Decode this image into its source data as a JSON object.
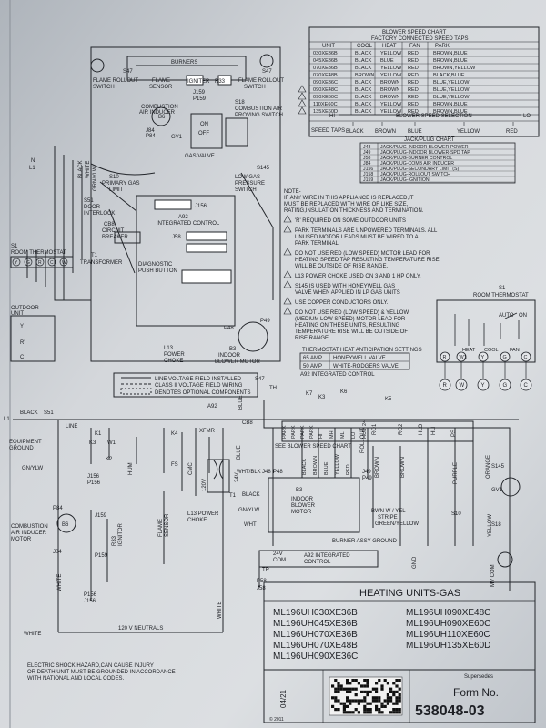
{
  "blower_chart": {
    "title": "BLOWER SPEED CHART",
    "subtitle": "FACTORY CONNECTED SPEED TAPS",
    "headers": [
      "UNIT",
      "COOL",
      "HEAT",
      "FAN",
      "PARK"
    ],
    "rows": [
      [
        "030XE36B",
        "BLACK",
        "YELLOW",
        "RED",
        "BROWN,BLUE"
      ],
      [
        "045XE36B",
        "BLACK",
        "BLUE",
        "RED",
        "BROWN,BLUE"
      ],
      [
        "070XE36B",
        "BLACK",
        "YELLOW",
        "RED",
        "BROWN,YELLOW"
      ],
      [
        "070XE48B",
        "BROWN",
        "YELLOW",
        "RED",
        "BLACK,BLUE"
      ],
      [
        "090XE36C",
        "BLACK",
        "BROWN",
        "RED",
        "BLUE,YELLOW"
      ],
      [
        "090XE48C",
        "BLACK",
        "BROWN",
        "RED",
        "BLUE,YELLOW"
      ],
      [
        "090XE60C",
        "BLACK",
        "BROWN",
        "RED",
        "BLUE,YELLOW"
      ],
      [
        "110XE60C",
        "BLACK",
        "YELLOW",
        "RED",
        "BROWN,BLUE"
      ],
      [
        "135XE60D",
        "BLACK",
        "YELLOW",
        "RED",
        "BROWN,BLUE"
      ]
    ],
    "selection_label": "BLOWER SPEED SELECTION",
    "hi": "HI",
    "lo": "LO",
    "taps_label": "SPEED TAPS",
    "taps": [
      "BLACK",
      "BROWN",
      "BLUE",
      "YELLOW",
      "RED"
    ]
  },
  "jackplug_chart": {
    "title": "JACK/PLUG CHART",
    "rows": [
      [
        "J48",
        "JACK/PLUG-INDOOR BLOWER-POWER"
      ],
      [
        "J49",
        "JACK/PLUG-INDOOR BLOWER-SPD TAP"
      ],
      [
        "J58",
        "JACK/PLUG-BURNER CONTROL"
      ],
      [
        "J84",
        "JACK/PLUG-COMB AIR INDUCER"
      ],
      [
        "J156",
        "JACK/PLUG-SECONDARY LIMIT (S)"
      ],
      [
        "J158",
        "JACK/PLUG-ROLLOUT SWITCH"
      ],
      [
        "J159",
        "JACK/PLUG-IGNITION"
      ]
    ]
  },
  "notes": {
    "heading": "NOTE-",
    "lines": [
      "IF ANY WIRE IN THIS APPLIANCE IS REPLACED,IT",
      "MUST BE REPLACED WITH WIRE OF LIKE SIZE,",
      "RATING,INSULATION THICKNESS AND TERMINATION."
    ],
    "items": [
      [
        "'R' REQUIRED ON SOME OUTDOOR UNITS"
      ],
      [
        "PARK TERMINALS ARE UNPOWERED TERMINALS. ALL",
        "UNUSED MOTOR LEADS MUST BE WIRED TO A",
        "PARK TERMINAL."
      ],
      [
        "DO NOT USE RED (LOW SPEED) MOTOR LEAD FOR",
        "HEATING SPEED TAP RESULTING TEMPERATURE RISE",
        "WILL BE OUTSIDE OF RISE RANGE."
      ],
      [
        "L13 POWER CHOKE USED ON 3 AND 1 HP ONLY."
      ],
      [
        "S145 IS USED WITH HONEYWELL GAS",
        "VALVE WHEN APPLIED IN LP GAS UNITS"
      ],
      [
        "USE COPPER CONDUCTORS ONLY."
      ],
      [
        "DO NOT USE RED (LOW SPEED) & YELLOW",
        "(MEDIUM LOW SPEED) MOTOR LEAD FOR",
        "HEATING ON THESE UNITS, RESULTING",
        "TEMPERATURE RISE WILL BE OUTSIDE OF",
        "RISE RANGE."
      ]
    ]
  },
  "anticipation": {
    "title": "THERMOSTAT HEAT ANTICIPATION SETTINGS",
    "rows": [
      [
        "65 AMP",
        "HONEYWELL VALVE"
      ],
      [
        "50 AMP",
        "WHITE-RODGERS VALVE"
      ]
    ],
    "footer": "A92  INTEGRATED CONTROL"
  },
  "room_thermostat_right": {
    "label_s1": "S1",
    "label": "ROOM THERMOSTAT",
    "auto": "AUTO",
    "on": "ON",
    "heat": "HEAT",
    "cool": "COOL",
    "fan": "FAN",
    "terminals": [
      "R",
      "W1",
      "Y",
      "G",
      "C"
    ]
  },
  "component_labels": {
    "burners": "BURNERS",
    "s47_top": "S47",
    "s47_right": "S47",
    "flame_rollout_left": [
      "FLAME ROLLOUT",
      "SWITCH"
    ],
    "flame_sensor": [
      "FLAME",
      "SENSOR"
    ],
    "igniter": "IGNITER",
    "r33": "R33",
    "flame_rollout_right": [
      "FLAME ROLLOUT",
      "SWITCH"
    ],
    "j159_p159": [
      "J159",
      "P159"
    ],
    "inducer_top": [
      "COMBUSTION",
      "AIR INDUCER"
    ],
    "b6": "B6",
    "j84_p84": [
      "J84",
      "P84"
    ],
    "gv1": "GV1",
    "on": "ON",
    "off": "OFF",
    "gas_valve": "GAS VALVE",
    "s18": [
      "S18",
      "COMBUSTION AIR",
      "PROVING SWITCH"
    ],
    "s10": [
      "S10",
      "PRIMARY GAS",
      "LIMIT"
    ],
    "s145": "S145",
    "low_gas": [
      "LOW GAS",
      "PRESSURE",
      "SWITCH"
    ],
    "n": "N",
    "l1": "L1",
    "wire_colors": [
      "BLACK",
      "WHITE",
      "GRN/YLW"
    ],
    "s51": [
      "S51",
      "DOOR",
      "INTERLOCK"
    ],
    "cb8": [
      "CB8",
      "CIRCUIT",
      "BREAKER"
    ],
    "j156": "J156",
    "a92": "A92",
    "integrated_control": "INTEGRATED CONTROL",
    "j58": "J58",
    "t1": "T1",
    "transformer": "TRANSFORMER",
    "diag": [
      "DIAGNOSTIC",
      "PUSH BUTTON"
    ],
    "s1_left": "S1",
    "room_thermostat": "ROOM THERMOSTAT",
    "tstat_terms": [
      "Y",
      "G",
      "R",
      "C",
      "W"
    ],
    "outdoor_unit": [
      "OUTDOOR",
      "UNIT"
    ],
    "outdoor_terms": [
      "Y",
      "R'",
      "C"
    ],
    "p48": "P48",
    "p49": "P49",
    "b3_top": "B3",
    "indoor_blower_motor": [
      "INDOOR",
      "BLOWER MOTOR"
    ],
    "l13": [
      "L13",
      "POWER",
      "CHOKE"
    ],
    "legend": [
      "LINE VOLTAGE FIELD INSTALLED",
      "CLASS II VOLTAGE FIELD WIRING",
      "DENOTES OPTIONAL COMPONENTS"
    ]
  },
  "schematic": {
    "l1": "L1",
    "black": "BLACK",
    "s51": "S51",
    "line": "LINE",
    "equip_ground": [
      "EQUIPMENT",
      "GROUND"
    ],
    "gnylw": "GN/YLW",
    "k1": "K1",
    "k2": "K2",
    "k3": "K3",
    "k4": "K4",
    "k5": "K5",
    "k6": "K6",
    "k7": "K7",
    "a92": "A92",
    "xfmr": "XFMR",
    "cb8": "CB8",
    "s47": "S47",
    "th": "TH",
    "hum": "HUM",
    "fs": "FS",
    "cmc": "CMC",
    "w1": "W1",
    "k3_lbl": "K3",
    "j156_p156": [
      "J156",
      "P156"
    ],
    "p84": "P84",
    "j84": "J84",
    "b6": "B6",
    "inducer": [
      "COMBUSTION",
      "AIR INDUCER",
      "MOTOR"
    ],
    "j159": "J159",
    "p159": "P159",
    "r33": "R33",
    "igniter": "IGNITOR",
    "flame_sensor": [
      "FLAME",
      "SENSOR"
    ],
    "v120": "120V",
    "v24": "24V",
    "t1": "T1",
    "l13": [
      "L13 POWER",
      "CHOKE"
    ],
    "see_chart": "SEE BLOWER SPEED CHART",
    "park": "PARK",
    "taps_top": [
      "HI",
      "MH",
      "ML",
      "LO",
      "HUM 24"
    ],
    "speed_cols": [
      "BLACK",
      "BROWN",
      "BLUE",
      "YELLOW",
      "RED"
    ],
    "j48": "J48",
    "p48": "P48",
    "j49": "J49",
    "p49": "P49",
    "b3": "B3",
    "blower_motor": [
      "INDOOR",
      "BLOWER",
      "MOTOR"
    ],
    "whtblk": "WHT/BLK",
    "gnylw2": "GN/YLW",
    "wht": "WHT",
    "brown": "BROWN",
    "bwn_w_yel": [
      "BWN W / YEL",
      "STRIPE"
    ],
    "green_yellow": "GREEN/YELLOW",
    "burner_assy": "BURNER ASSY GROUND",
    "v24_com": [
      "24V",
      "COM"
    ],
    "a92_ic": [
      "A92 INTEGRATED",
      "CONTROL"
    ],
    "tr": "TR",
    "gnd": "GND",
    "mv_com": "MV COM",
    "gv1": "GV1",
    "s10": "S10",
    "s18": "S18",
    "s145": "S145",
    "ps": "PS",
    "purple": "PURPLE",
    "orange": "ORANGE",
    "yellow": "YELLOW",
    "rollout": "ROLLOUT",
    "hlo": "HLO",
    "hli": "HLI",
    "ro1": "RO1",
    "ro2": "RO2",
    "v120_neutrals": "120 V NEUTRALS",
    "white": "WHITE",
    "blue": "BLUE",
    "p58": "P58",
    "j58": "J58",
    "p156_j156": [
      "P156",
      "J156"
    ],
    "circle_labels": [
      "R",
      "W",
      "Y",
      "G",
      "C"
    ]
  },
  "warning": [
    "ELECTRIC SHOCK HAZARD,CAN CAUSE INJURY",
    "OR DEATH.UNIT MUST BE GROUNDED IN ACCORDANCE",
    "WITH NATIONAL AND LOCAL CODES."
  ],
  "models": {
    "title": "HEATING UNITS-GAS",
    "left": [
      "ML196UH030XE36B",
      "ML196UH045XE36B",
      "ML196UH070XE36B",
      "ML196UH070XE48B",
      "ML196UH090XE36C"
    ],
    "right": [
      "ML196UH090XE48C",
      "ML196UH090XE60C",
      "ML196UH110XE60C",
      "ML196UH135XE60D"
    ]
  },
  "footer": {
    "date": "04/21",
    "supersedes": "Supersedes",
    "form_label": "Form No.",
    "form_number": "538048-03",
    "copyright": "© 2011"
  }
}
